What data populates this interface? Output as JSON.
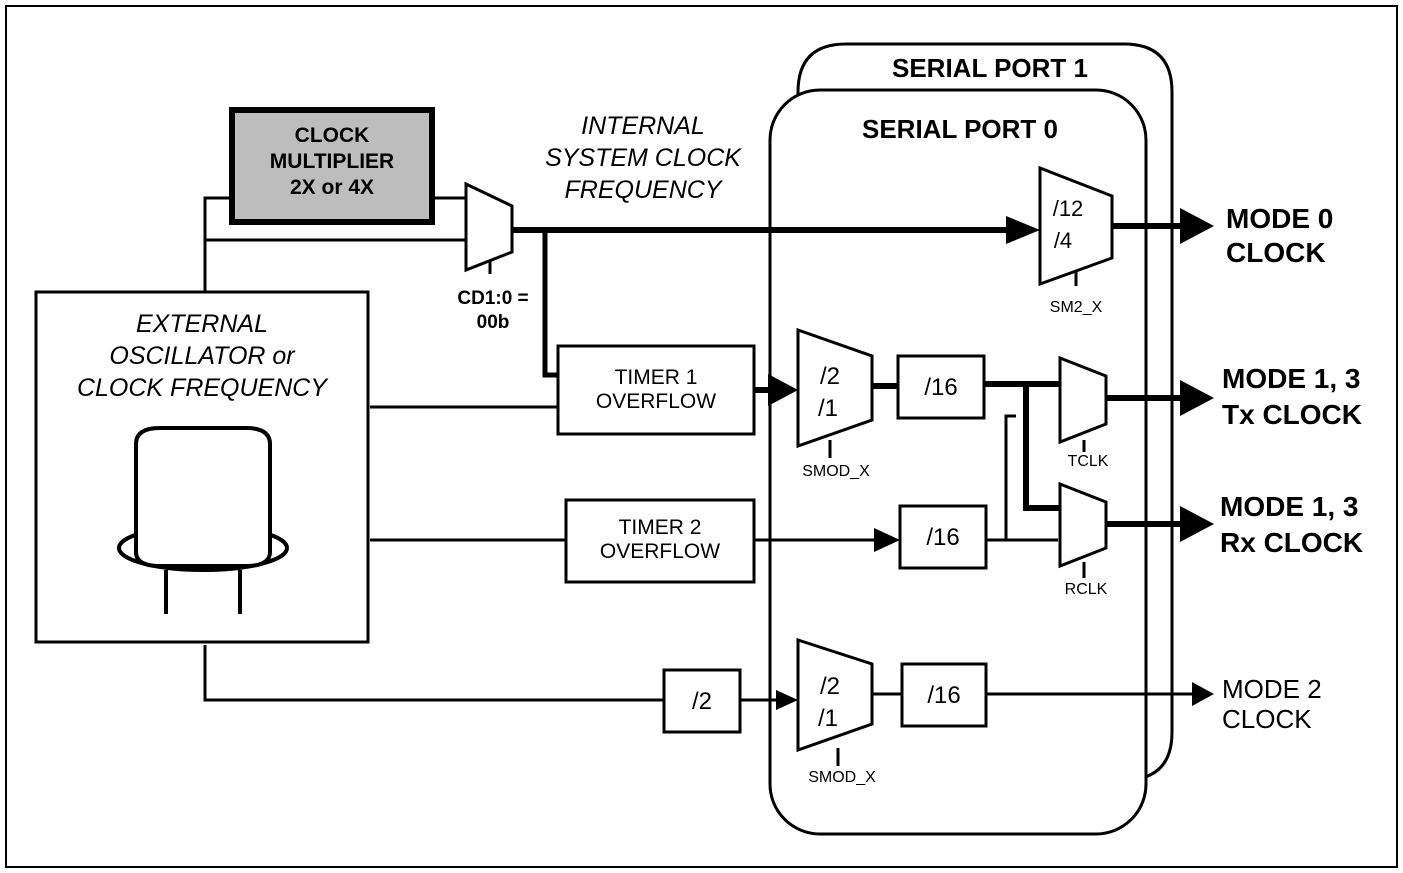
{
  "clock_multiplier": {
    "line1": "CLOCK",
    "line2": "MULTIPLIER",
    "line3": "2X or 4X"
  },
  "internal_clock": {
    "line1": "INTERNAL",
    "line2": "SYSTEM CLOCK",
    "line3": "FREQUENCY"
  },
  "cd_select": {
    "line1": "CD1:0 =",
    "line2": "00b"
  },
  "external_osc": {
    "line1": "EXTERNAL",
    "line2": "OSCILLATOR or",
    "line3": "CLOCK FREQUENCY"
  },
  "serial_port_1": "SERIAL PORT 1",
  "serial_port_0": "SERIAL PORT 0",
  "mux_mode0": {
    "line1": "/12",
    "line2": "/4",
    "select": "SM2_X"
  },
  "timer1": {
    "line1": "TIMER 1",
    "line2": "OVERFLOW"
  },
  "timer2": {
    "line1": "TIMER 2",
    "line2": "OVERFLOW"
  },
  "mux_smod_a": {
    "line1": "/2",
    "line2": "/1",
    "select": "SMOD_X"
  },
  "mux_smod_b": {
    "line1": "/2",
    "line2": "/1",
    "select": "SMOD_X"
  },
  "div16_a": "/16",
  "div16_b": "/16",
  "div16_c": "/16",
  "div2": "/2",
  "tclk": "TCLK",
  "rclk": "RCLK",
  "outputs": {
    "mode0": {
      "line1": "MODE 0",
      "line2": "CLOCK"
    },
    "mode13_tx": {
      "line1": "MODE 1, 3",
      "line2": "Tx CLOCK"
    },
    "mode13_rx": {
      "line1": "MODE 1, 3",
      "line2": "Rx CLOCK"
    },
    "mode2": {
      "line1": "MODE 2",
      "line2": "CLOCK"
    }
  }
}
